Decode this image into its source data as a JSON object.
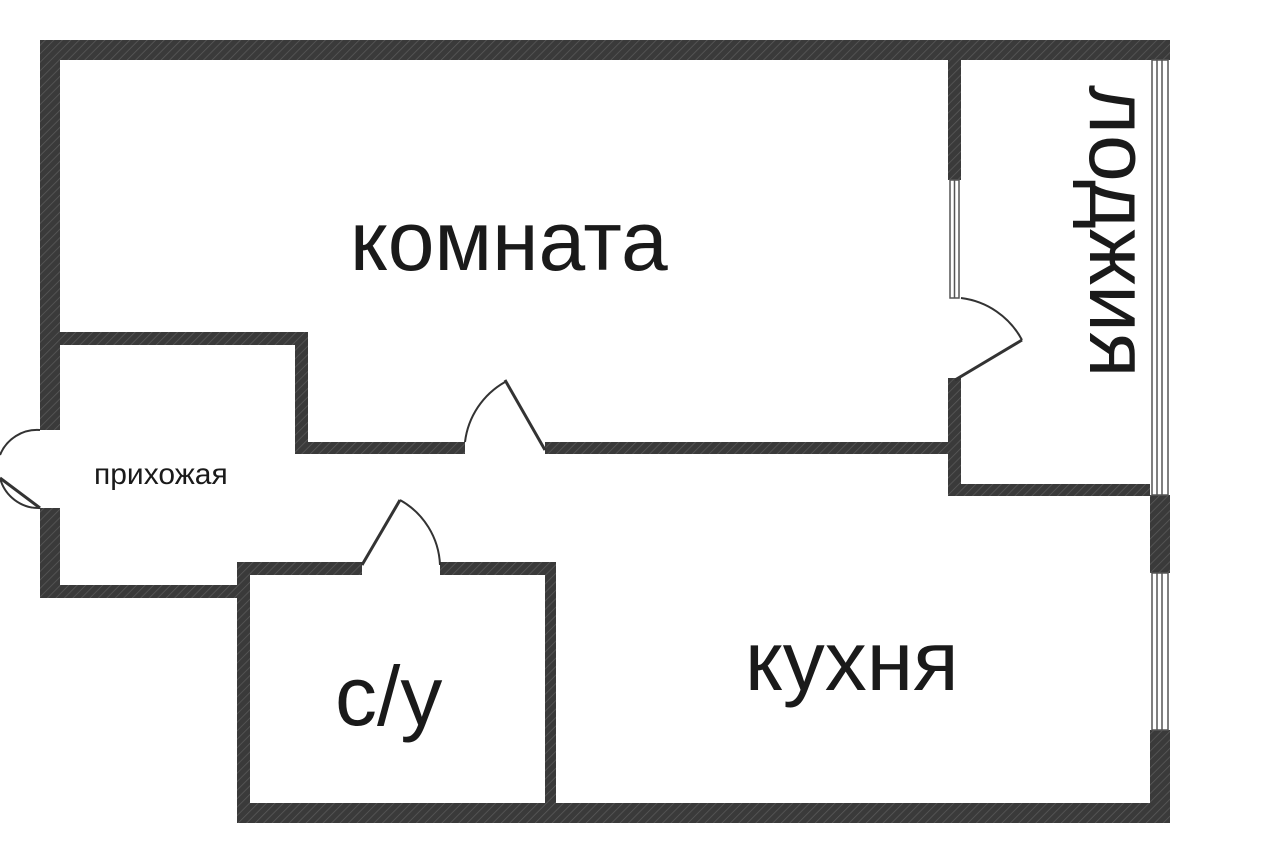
{
  "plan": {
    "rooms": {
      "room": "комната",
      "loggia": "лоджия",
      "hallway": "прихожая",
      "bathroom": "с/у",
      "kitchen": "кухня"
    }
  },
  "colors": {
    "wall": "#3a3a3a",
    "background": "#ffffff",
    "text": "#1a1a1a"
  }
}
